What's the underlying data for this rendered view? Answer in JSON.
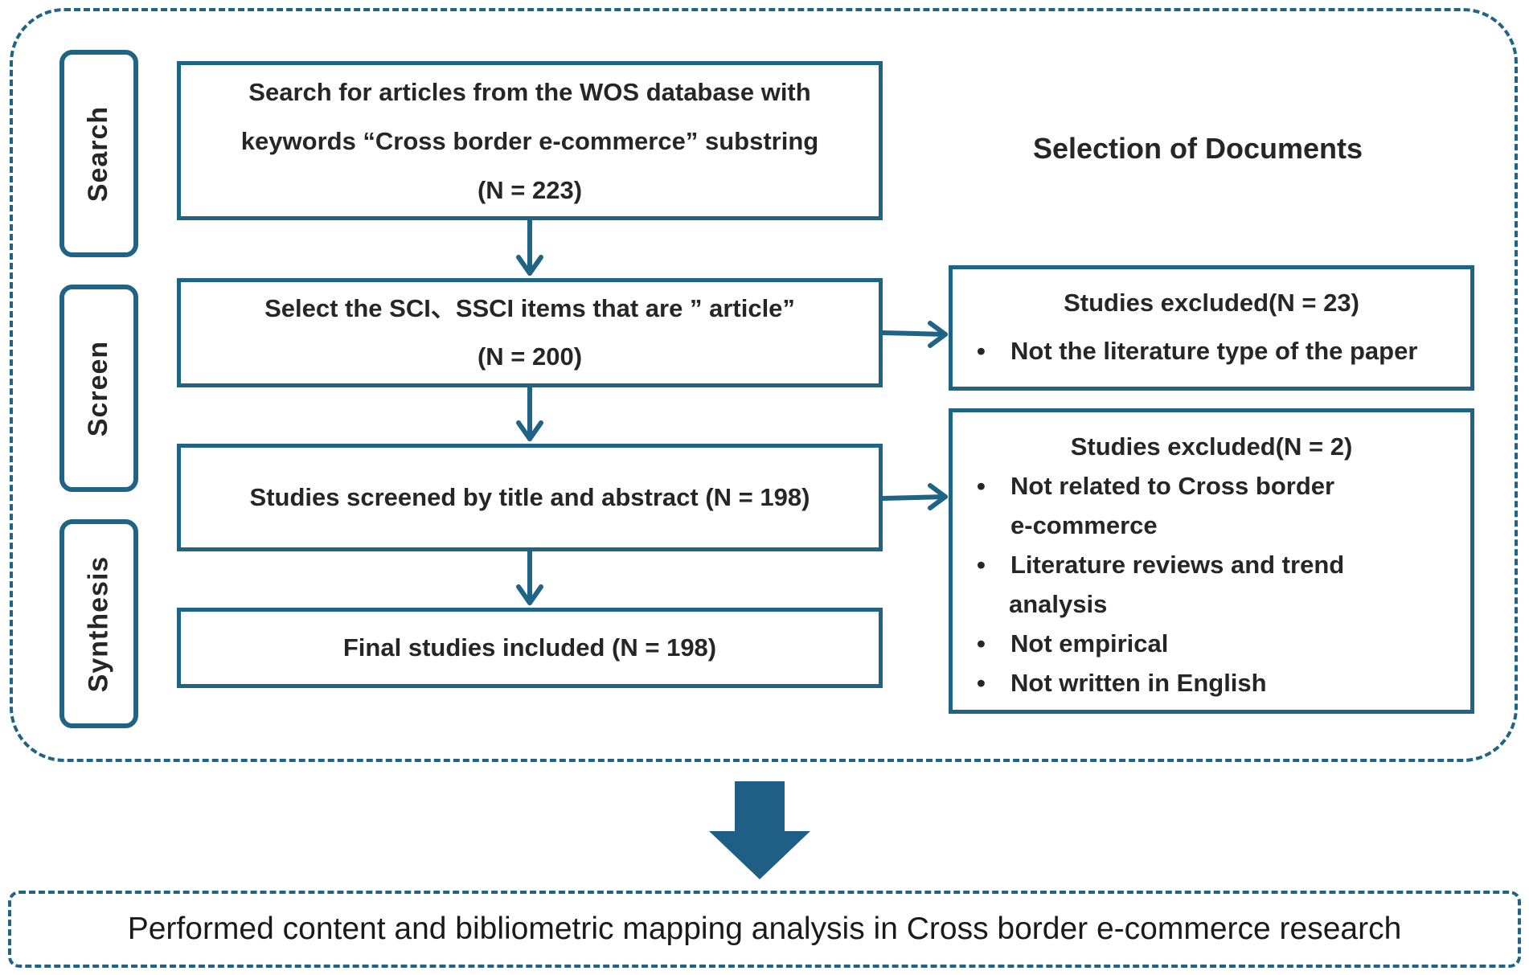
{
  "heading": "Selection of Documents",
  "stages": {
    "search": "Search",
    "screen": "Screen",
    "synthesis": "Synthesis"
  },
  "steps": {
    "search": {
      "lines": [
        "Search for articles from the WOS database with",
        "keywords “Cross border e-commerce” substring",
        "(N = 223)"
      ]
    },
    "screen": {
      "lines": [
        "Select the SCI、SSCI items that are ” article”",
        "(N = 200)"
      ]
    },
    "title_abstract": "Studies screened by title and abstract (N = 198)",
    "final": "Final studies included (N = 198)"
  },
  "exclusions": [
    {
      "title": "Studies excluded(N = 23)",
      "items": [
        "Not the literature type of the paper"
      ]
    },
    {
      "title": "Studies excluded(N = 2)",
      "items": [
        "Not related to Cross border",
        "e-commerce",
        "Literature reviews and trend",
        "analysis",
        "Not empirical",
        "Not written in English"
      ]
    }
  ],
  "result": "Performed content and bibliometric mapping analysis in Cross border e-commerce research",
  "colors": {
    "accent": "#1f6484",
    "text": "#262626"
  }
}
